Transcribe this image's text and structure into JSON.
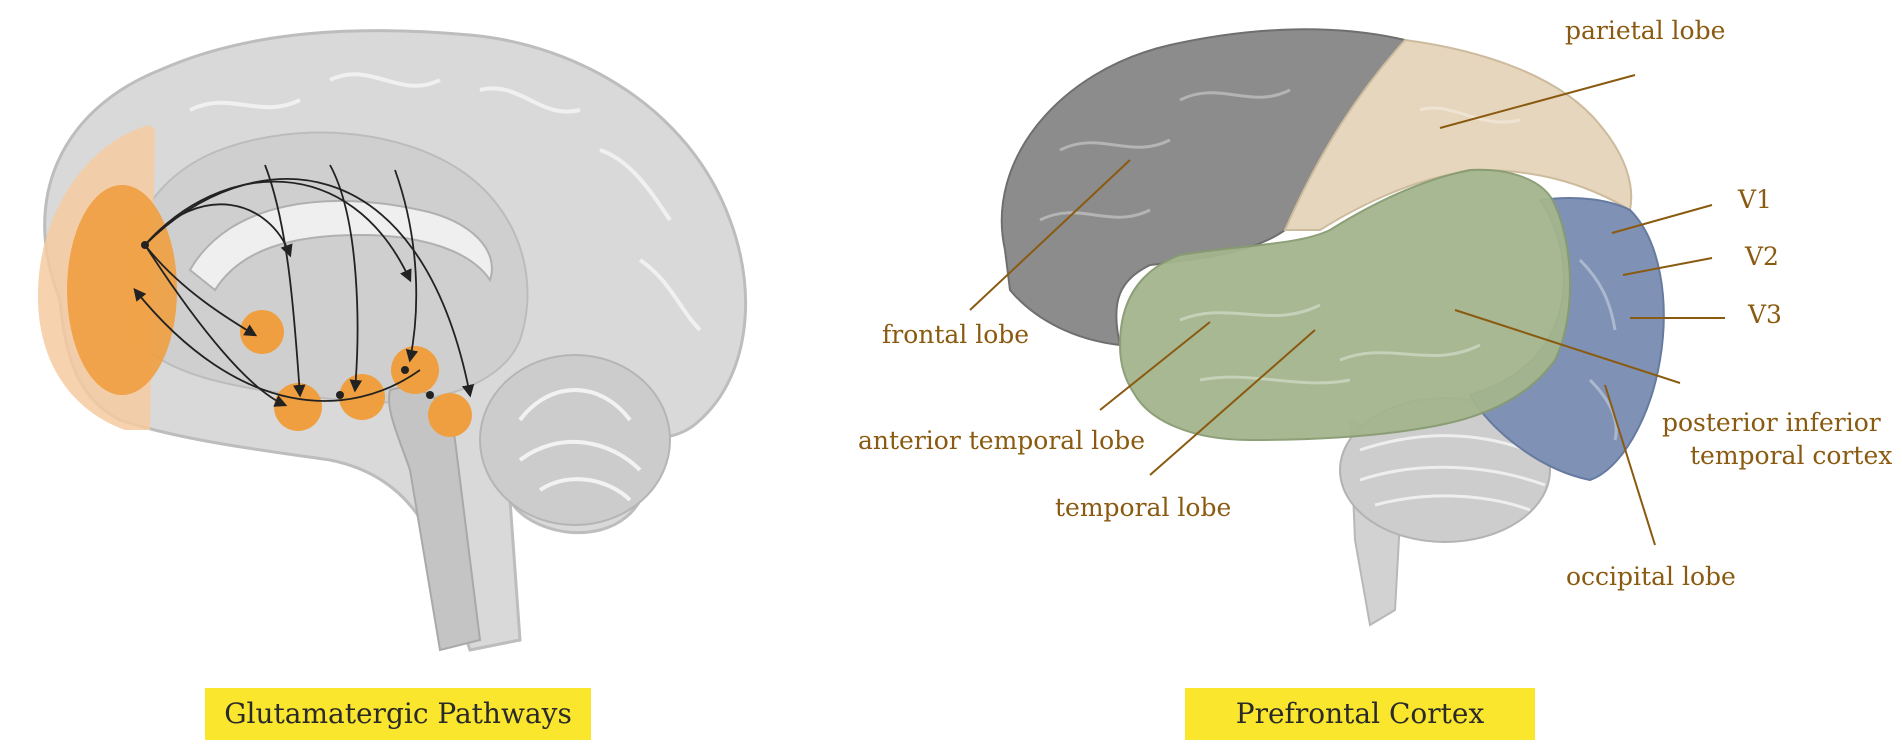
{
  "left_panel": {
    "caption": "Glutamatergic Pathways",
    "highlight_color": "#f0a040",
    "caption_bg": "#fbe62e"
  },
  "right_panel": {
    "caption": "Prefrontal Cortex",
    "labels": {
      "parietal": "parietal lobe",
      "frontal": "frontal lobe",
      "v1": "V1",
      "v2": "V2",
      "v3": "V3",
      "anterior_temporal": "anterior temporal lobe",
      "temporal": "temporal lobe",
      "posterior_inferior_1": "posterior inferior",
      "posterior_inferior_2": "temporal cortex",
      "occipital": "occipital lobe"
    },
    "colors": {
      "frontal": "#8a8a8a",
      "parietal": "#e6d6bd",
      "temporal": "#a3b58d",
      "occipital": "#7f92b5",
      "label": "#8a5a10"
    }
  }
}
